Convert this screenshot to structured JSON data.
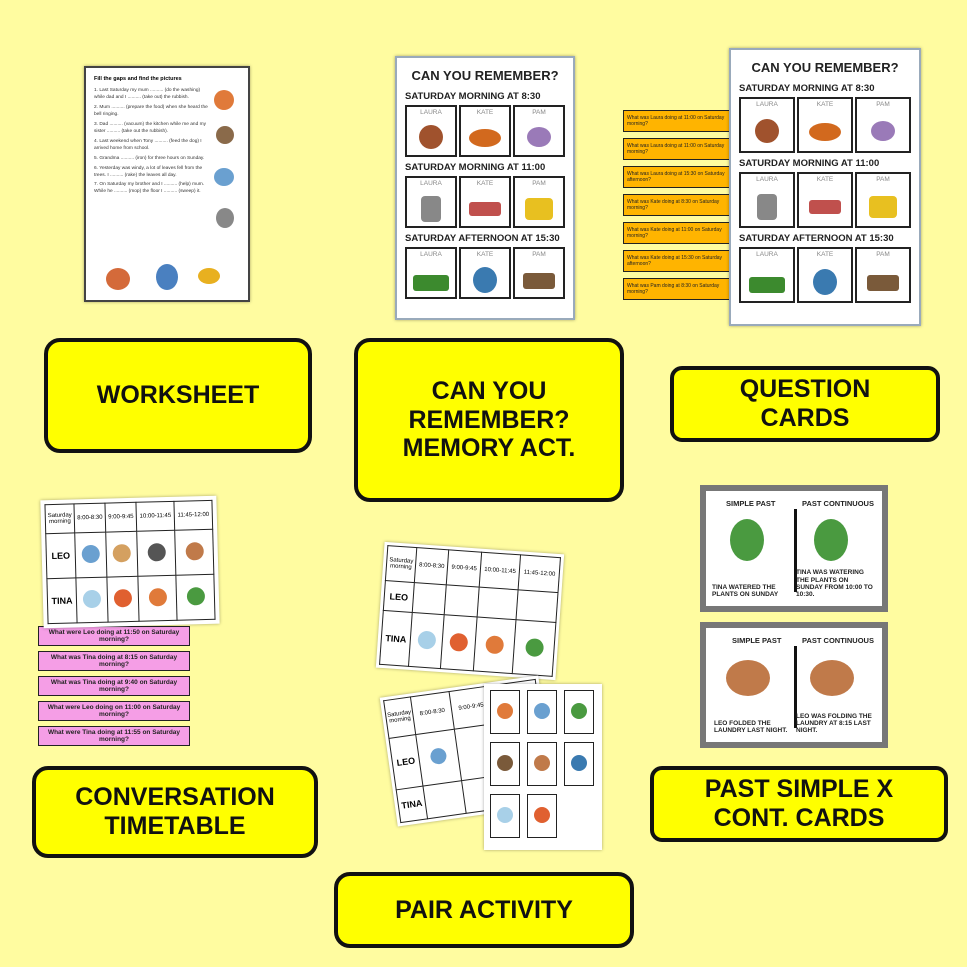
{
  "labels": {
    "worksheet": "WORKSHEET",
    "memory_line1": "CAN YOU",
    "memory_line2": "REMEMBER?",
    "memory_line3": "MEMORY ACT.",
    "question_cards_line1": "QUESTION",
    "question_cards_line2": "CARDS",
    "conversation_line1": "CONVERSATION",
    "conversation_line2": "TIMETABLE",
    "pair_activity": "PAIR ACTIVITY",
    "past_simple_line1": "PAST SIMPLE X",
    "past_simple_line2": "CONT. CARDS"
  },
  "worksheet_sheet": {
    "title": "Fill the gaps and find the pictures",
    "items": [
      "1. Last Saturday my mum .......... (do the washing) while dad and I .......... (take out) the rubbish.",
      "2. Mum .......... (prepare the food) when she heard the bell ringing.",
      "3. Dad .......... (vacuum) the kitchen while me and my sister .......... (take out the rubbish).",
      "4. Last weekend when Tony .......... (feed the dog) I arrived home from school.",
      "5. Grandma .......... (iron) for three hours on Sunday.",
      "6. Yesterday was windy, a lot of leaves fell from the trees. I .......... (rake) the leaves all day.",
      "7. On Saturday my brother and I .......... (help) mum. While he .......... (mop) the floor I .......... (sweep) it."
    ]
  },
  "memory_sheet": {
    "title": "CAN YOU REMEMBER?",
    "sections": [
      {
        "heading": "SATURDAY MORNING AT 8:30",
        "names": [
          "LAURA",
          "KATE",
          "PAM"
        ]
      },
      {
        "heading": "SATURDAY MORNING AT 11:00",
        "names": [
          "LAURA",
          "KATE",
          "PAM"
        ]
      },
      {
        "heading": "SATURDAY AFTERNOON AT 15:30",
        "names": [
          "LAURA",
          "KATE",
          "PAM"
        ]
      }
    ]
  },
  "question_cards": [
    "What was Laura doing at 11:00 on Saturday morning?",
    "What was Laura doing at 11:00 on Saturday morning?",
    "What was Laura doing at 15:30 on Saturday afternoon?",
    "What was Kate doing at 8:30 on Saturday morning?",
    "What was Kate doing at 11:00 on Saturday morning?",
    "What was Kate doing at 15:30 on Saturday afternoon?",
    "What was Pam doing at 8:30 on Saturday morning?"
  ],
  "timetable": {
    "header": [
      "Saturday morning",
      "8:00-8:30",
      "9:00-9:45",
      "10:00-11:45",
      "11:45-12:00"
    ],
    "rows": [
      "LEO",
      "TINA"
    ]
  },
  "conversation_cards": [
    "What were Leo doing at 11:50 on Saturday morning?",
    "What was Tina doing at 8:15 on Saturday morning?",
    "What was Tina doing at 9:40 on Saturday morning?",
    "What were Leo doing on 11:00 on Saturday morning?",
    "What were Tina doing at 11:55 on Saturday morning?"
  ],
  "pair_timetable": {
    "header": [
      "Saturday morning",
      "8:00-8:30",
      "9:00-9:45",
      "10:00-11:45",
      "11:45-12:00"
    ],
    "rows": [
      "LEO",
      "TINA"
    ]
  },
  "past_cards": [
    {
      "left_head": "SIMPLE PAST",
      "right_head": "PAST CONTINUOUS",
      "left_cap": "TINA WATERED THE PLANTS ON SUNDAY",
      "right_cap": "TINA WAS WATERING THE PLANTS ON SUNDAY FROM 10:00 TO 10:30."
    },
    {
      "left_head": "SIMPLE PAST",
      "right_head": "PAST CONTINUOUS",
      "left_cap": "LEO FOLDED THE LAUNDRY LAST NIGHT.",
      "right_cap": "LEO WAS FOLDING THE LAUNDRY AT 8:15 LAST NIGHT."
    }
  ],
  "colors": {
    "background": "#fffca0",
    "label_fill": "#ffff00",
    "question_card": "#ffb400",
    "conversation_card": "#f59ee6"
  }
}
